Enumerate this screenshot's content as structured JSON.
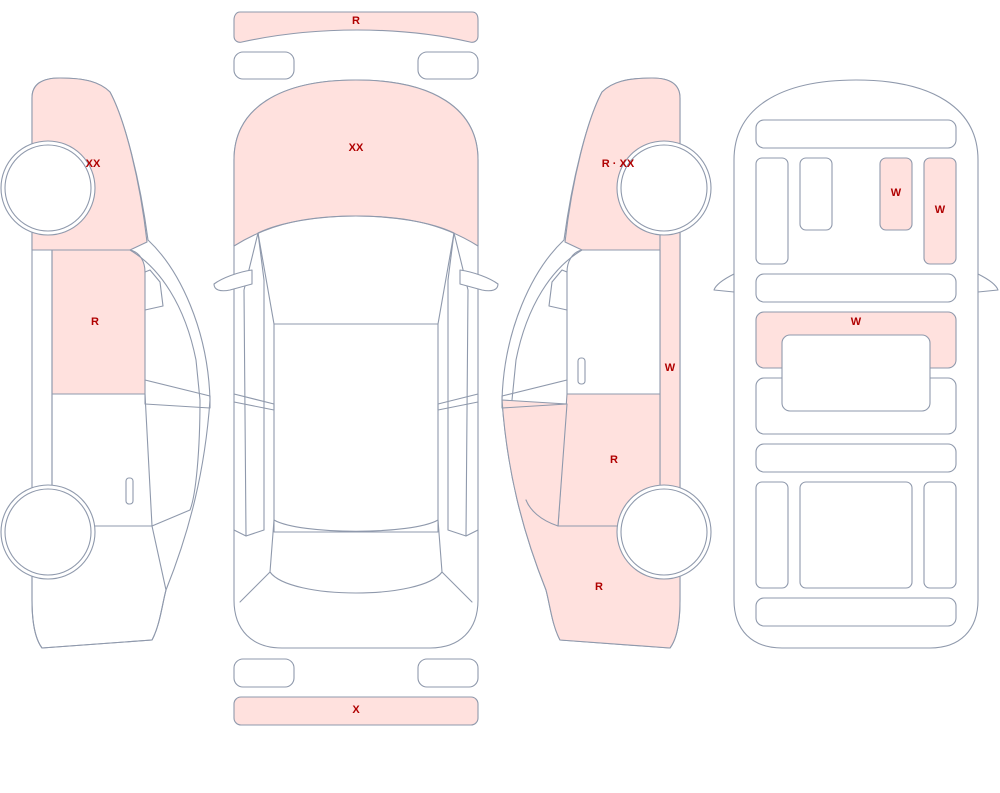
{
  "colors": {
    "outline": "#8f99ac",
    "damaged_fill": "#ffe1de",
    "normal_fill": "#ffffff",
    "label_color": "#b00000"
  },
  "panels": {
    "left_front_fender": {
      "mark": "XX",
      "damaged": true
    },
    "left_front_door": {
      "mark": "R",
      "damaged": true
    },
    "left_rear_door": {
      "mark": "",
      "damaged": false
    },
    "left_rear_quarter": {
      "mark": "",
      "damaged": false
    },
    "front_bumper": {
      "mark": "R",
      "damaged": true
    },
    "hood": {
      "mark": "XX",
      "damaged": true
    },
    "rear_bumper": {
      "mark": "X",
      "damaged": true
    },
    "right_front_fender": {
      "mark": "R · XX",
      "damaged": true
    },
    "right_rocker": {
      "mark": "W",
      "damaged": true
    },
    "right_front_door": {
      "mark": "",
      "damaged": false
    },
    "right_rear_door": {
      "mark": "R",
      "damaged": true
    },
    "right_rear_quarter": {
      "mark": "R",
      "damaged": true
    },
    "floor_seat_right_front": {
      "mark": "W",
      "damaged": true
    },
    "floor_right_rail": {
      "mark": "W",
      "damaged": true
    },
    "floor_cross_member": {
      "mark": "W",
      "damaged": true
    }
  }
}
